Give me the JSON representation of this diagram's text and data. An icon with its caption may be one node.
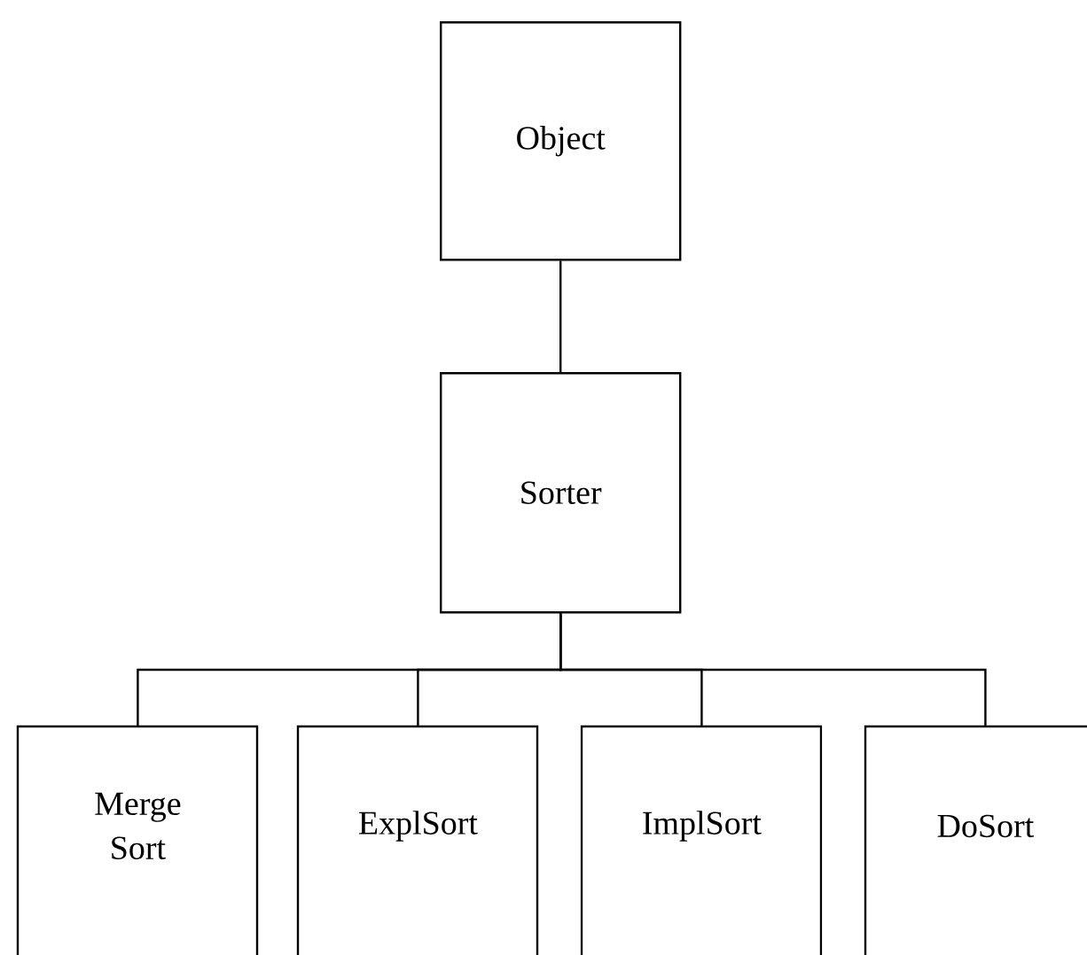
{
  "diagram": {
    "nodes": [
      {
        "text": [
          "Object"
        ]
      },
      {
        "text": [
          "Sorter"
        ]
      },
      {
        "text": [
          "Merge Sort"
        ]
      },
      {
        "text": [
          "ExplSort"
        ]
      },
      {
        "text": [
          "ImplSort"
        ]
      },
      {
        "text": [
          "DoSort"
        ]
      }
    ],
    "edges": [
      {
        "from": 0,
        "to": 1,
        "arrow": "none"
      },
      {
        "from": 1,
        "to": 2,
        "arrow": "none"
      },
      {
        "from": 1,
        "to": 3,
        "arrow": "none"
      },
      {
        "from": 1,
        "to": 4,
        "arrow": "none"
      },
      {
        "from": 1,
        "to": 5,
        "arrow": "none"
      }
    ]
  }
}
